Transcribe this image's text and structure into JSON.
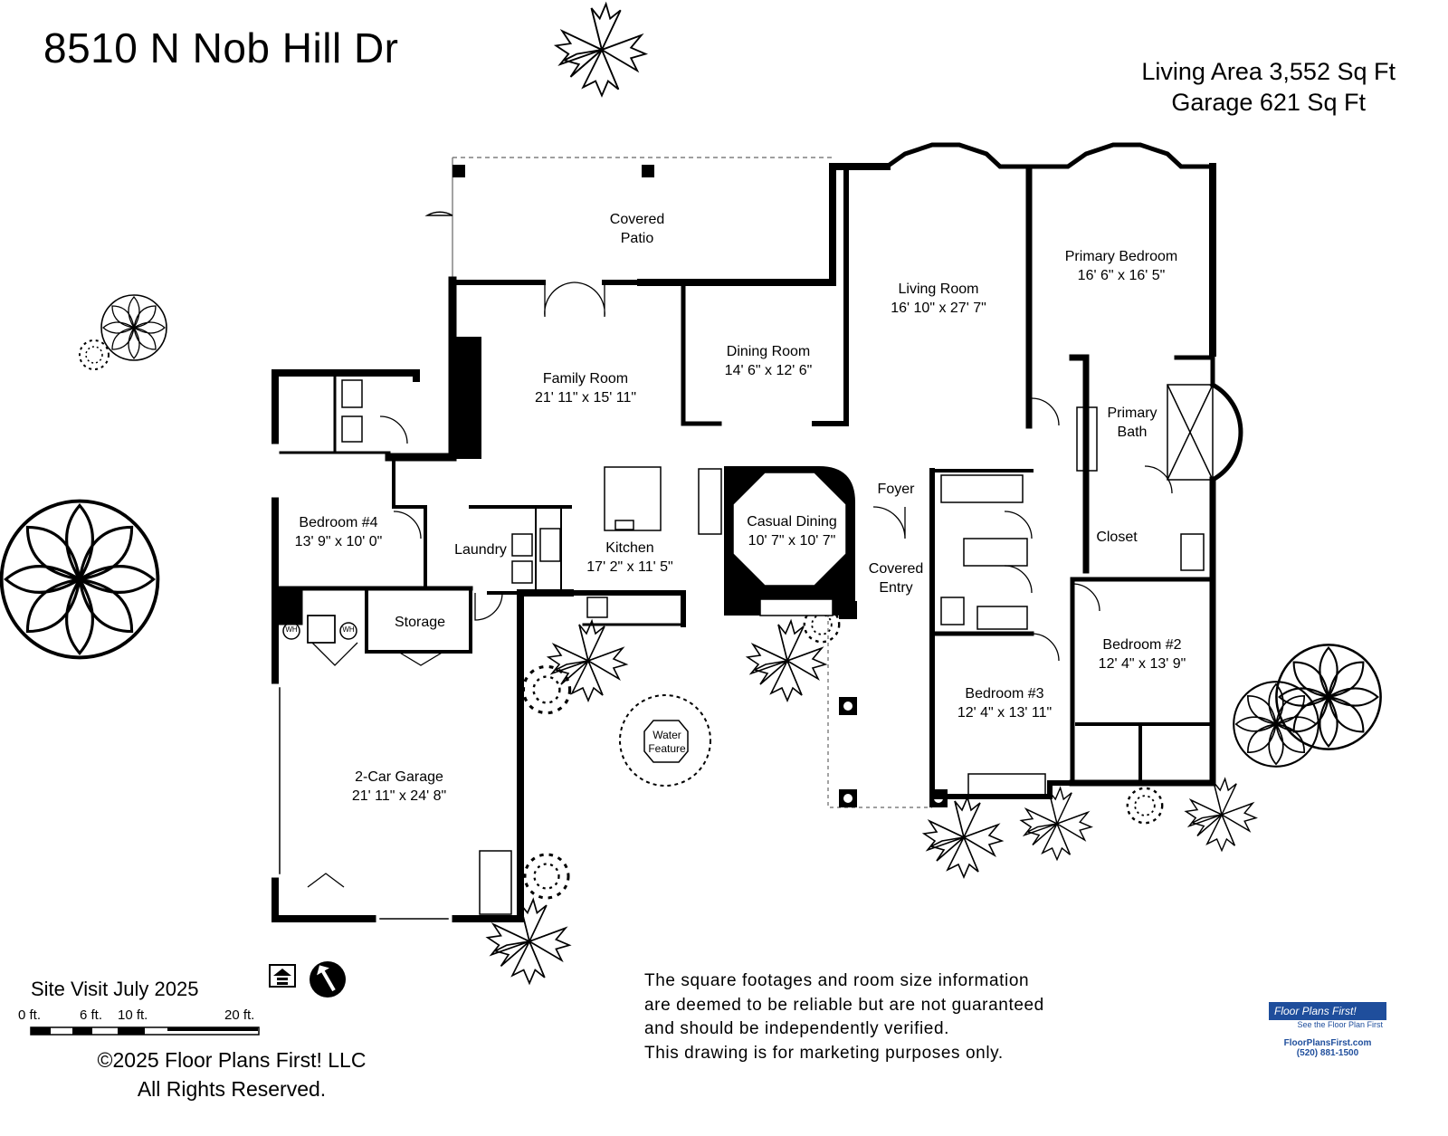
{
  "title": "8510 N Nob Hill Dr",
  "area": {
    "living": "Living Area 3,552 Sq Ft",
    "garage": "Garage 621 Sq Ft"
  },
  "rooms": {
    "covered_patio": {
      "l1": "Covered",
      "l2": "Patio"
    },
    "living_room": {
      "name": "Living Room",
      "size": "16' 10\" x 27' 7\""
    },
    "primary_bedroom": {
      "name": "Primary Bedroom",
      "size": "16' 6\" x 16' 5\""
    },
    "dining_room": {
      "name": "Dining Room",
      "size": "14' 6\" x 12' 6\""
    },
    "family_room": {
      "name": "Family Room",
      "size": "21' 11\" x 15' 11\""
    },
    "primary_bath": {
      "l1": "Primary",
      "l2": "Bath"
    },
    "foyer": "Foyer",
    "casual_dining": {
      "name": "Casual Dining",
      "size": "10' 7\" x 10' 7\""
    },
    "closet": "Closet",
    "bedroom_4": {
      "name": "Bedroom #4",
      "size": "13' 9\" x 10' 0\""
    },
    "laundry": "Laundry",
    "kitchen": {
      "name": "Kitchen",
      "size": "17' 2\" x 11' 5\""
    },
    "covered_entry": {
      "l1": "Covered",
      "l2": "Entry"
    },
    "storage": "Storage",
    "bedroom_2": {
      "name": "Bedroom #2",
      "size": "12' 4\" x 13' 9\""
    },
    "bedroom_3": {
      "name": "Bedroom #3",
      "size": "12' 4\" x 13' 11\""
    },
    "water_feature": {
      "l1": "Water",
      "l2": "Feature"
    },
    "garage": {
      "name": "2-Car Garage",
      "size": "21' 11\" x 24' 8\""
    }
  },
  "appliances": {
    "wh": "WH"
  },
  "site_visit": "Site Visit July 2025",
  "scale": {
    "s0": "0 ft.",
    "s6": "6 ft.",
    "s10": "10 ft.",
    "s20": "20 ft."
  },
  "disclaimer": {
    "l1": "The square footages and room size information",
    "l2": "are deemed to be reliable but are not guaranteed",
    "l3": "and should be independently verified.",
    "l4": "This drawing is for marketing purposes only."
  },
  "copyright": {
    "l1": "©2025 Floor Plans First! LLC",
    "l2": "All Rights Reserved."
  },
  "logo": {
    "brand": "Floor Plans First!",
    "tagline": "See the Floor Plan First",
    "url": "FloorPlansFirst.com",
    "phone": "(520) 881-1500"
  },
  "icons": [
    "palm-tree-icon",
    "round-tree-icon",
    "shrub-icon",
    "equal-housing-icon",
    "north-arrow-icon"
  ],
  "colors": {
    "wall": "#000000",
    "logo_blue": "#1f4e9c"
  }
}
